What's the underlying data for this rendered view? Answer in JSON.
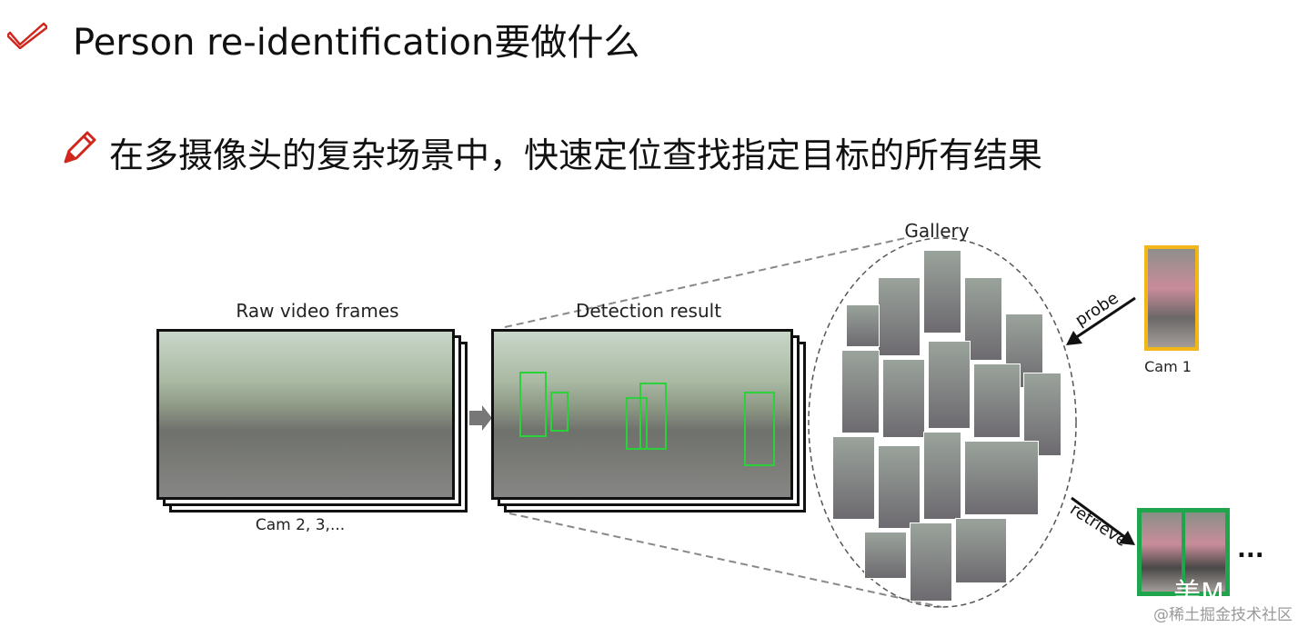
{
  "slide": {
    "title": "Person re-identification要做什么",
    "subtitle": "在多摄像头的复杂场景中，快速定位查找指定目标的所有结果",
    "title_icon": "checkmark-icon",
    "subtitle_icon": "pencil-icon",
    "accent_color": "#d0261c"
  },
  "diagram": {
    "raw_label": "Raw video frames",
    "raw_cams": "Cam 2, 3,...",
    "detection_label": "Detection result",
    "gallery_label": "Gallery",
    "probe_label": "probe",
    "probe_cam": "Cam 1",
    "retrieve_label": "retrieve",
    "more": "...",
    "probe_color": "#f2b619",
    "result_color": "#1fa54b",
    "bbox_color": "#2bd13a"
  },
  "watermark": {
    "text": "@稀土掘金技术社区",
    "overlay": "美M"
  }
}
